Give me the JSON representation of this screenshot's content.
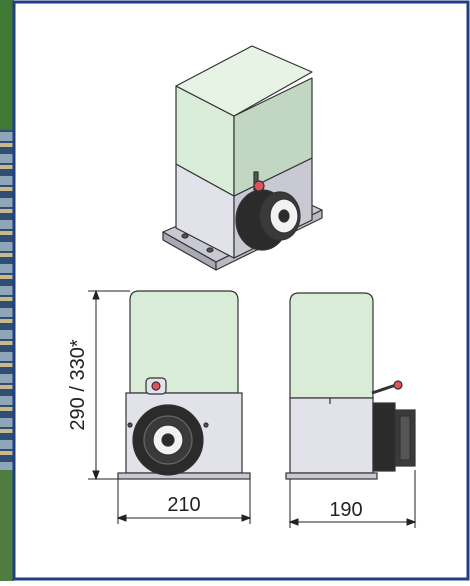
{
  "dimensions": {
    "height_label": "290 / 330*",
    "width_front_label": "210",
    "width_side_label": "190"
  },
  "colors": {
    "frame_border": "#1f3f82",
    "cover": "#d9ecd8",
    "cover_shade": "#c2d7c2",
    "base": "#e2e2ea",
    "base_shade": "#c9c9d3",
    "gear": "#2b2b2b",
    "gear_inner": "#f2f2f2",
    "knob": "#e0525a",
    "outline": "#333333",
    "side_grass": "#3f7a35",
    "side_stripes": "#5f7f9a"
  },
  "icons": {
    "isometric": "motor-isometric-view",
    "front": "motor-front-view",
    "side": "motor-side-view",
    "gear": "pinion-gear-icon",
    "release": "release-knob-icon"
  }
}
